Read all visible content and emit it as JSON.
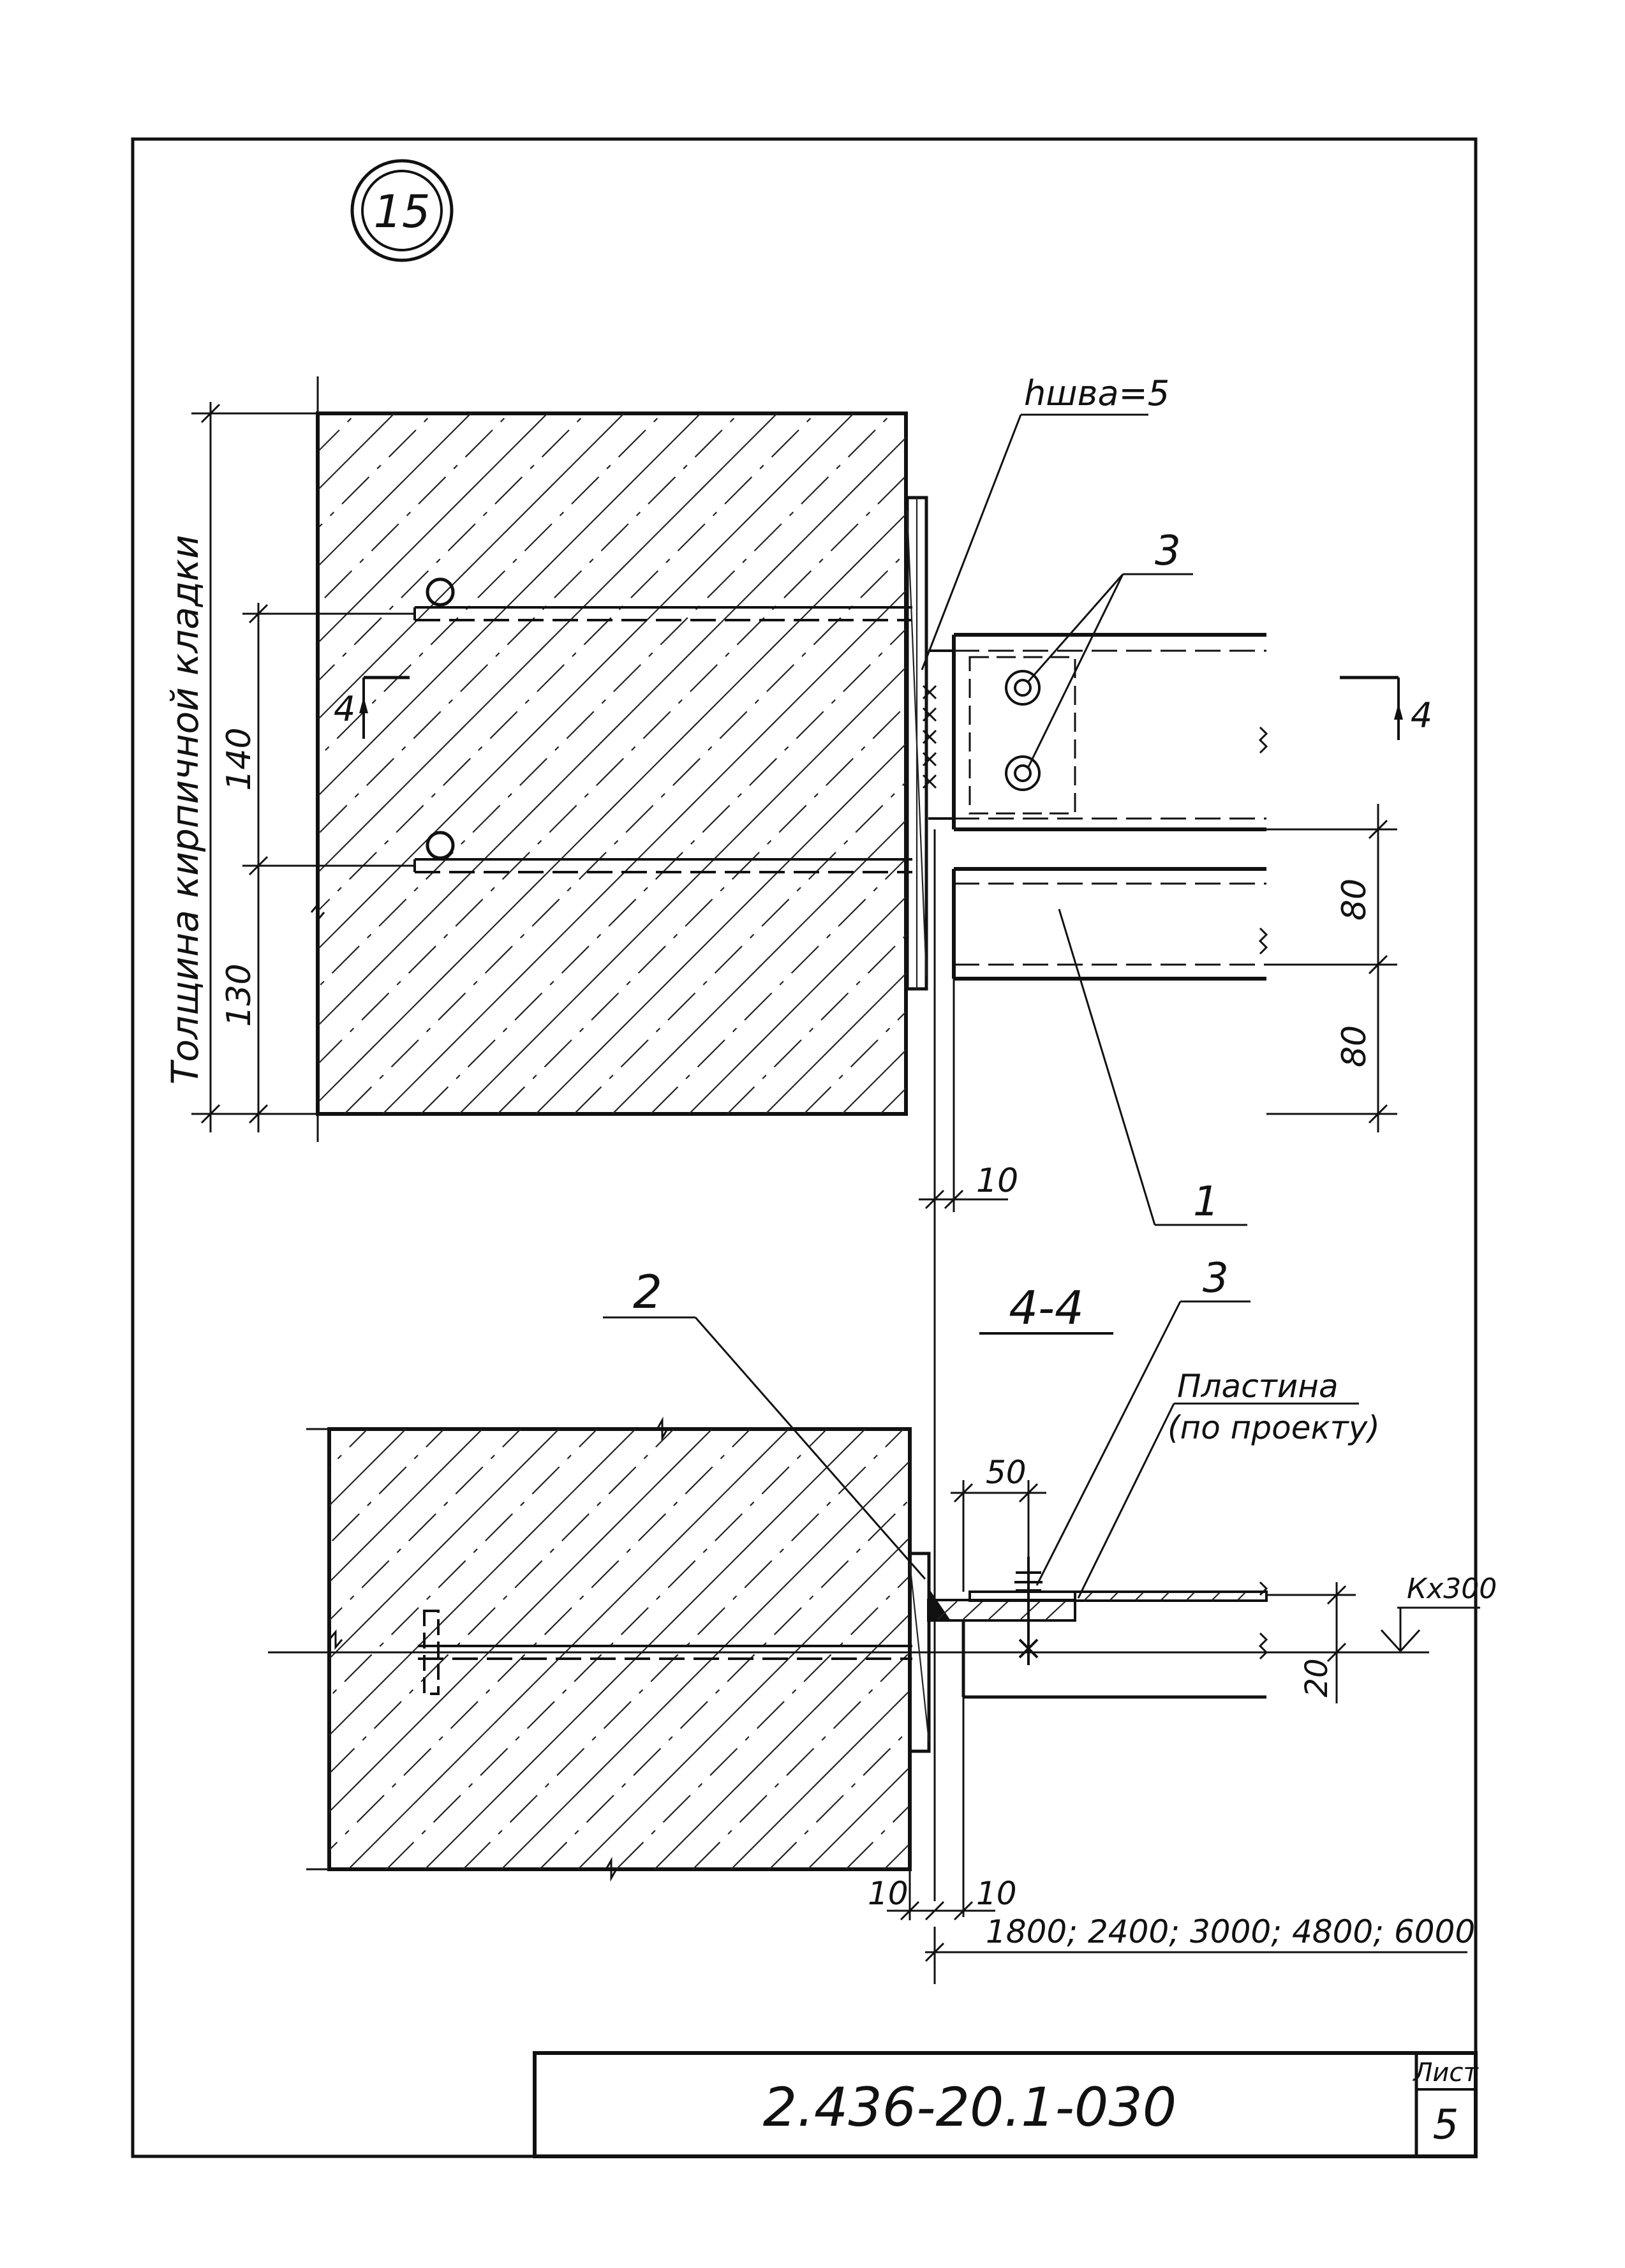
{
  "detail": {
    "number": "15"
  },
  "elevation": {
    "vertical_label": "Толщина кирпичной кладки",
    "weld_label": "hшва=5",
    "dim_140": "140",
    "dim_130": "130",
    "dim_80_top": "80",
    "dim_80_bottom": "80",
    "dim_10": "10",
    "callout_1": "1",
    "callout_3": "3",
    "section_mark_left": "4",
    "section_mark_right": "4"
  },
  "section": {
    "title": "4-4",
    "callout_2": "2",
    "callout_3": "3",
    "plate_label_line1": "Пластина",
    "plate_label_line2": "(по проекту)",
    "dim_50": "50",
    "dim_20": "20",
    "level_mark": "Кх300",
    "dim_10_left": "10",
    "dim_10_right": "10",
    "lengths": "1800; 2400; 3000; 4800; 6000"
  },
  "title_block": {
    "doc_code": "2.436-20.1-030",
    "sheet_label": "Лист",
    "sheet_number": "5"
  }
}
